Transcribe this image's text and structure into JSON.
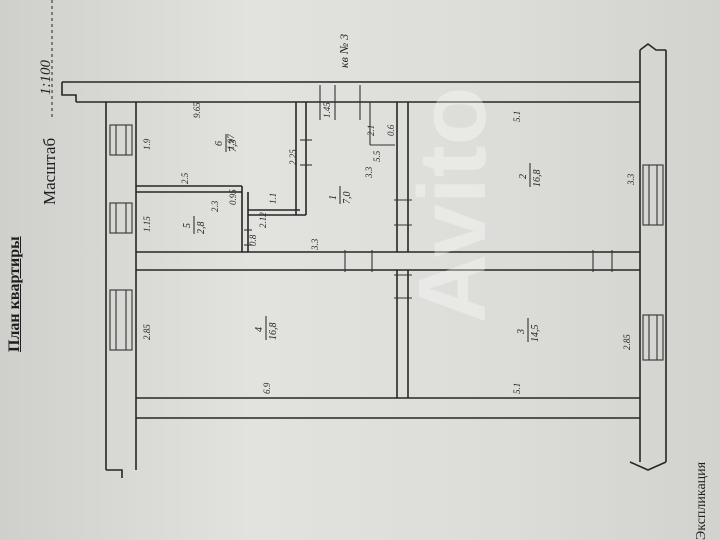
{
  "document": {
    "title": "План квартиры",
    "scale_label": "Масштаб",
    "scale_value": "1:100",
    "apartment_label": "кв № 3",
    "legend_partial": "Экспликация"
  },
  "rooms": [
    {
      "number": "1",
      "area": "7,0"
    },
    {
      "number": "2",
      "area": "16,8"
    },
    {
      "number": "3",
      "area": "14,5"
    },
    {
      "number": "4",
      "area": "16,8"
    },
    {
      "number": "5",
      "area": "2,8"
    },
    {
      "number": "6",
      "area": "7,3"
    }
  ],
  "dimensions": {
    "d_965": "9.65",
    "d_145": "1.45",
    "d_51_top": "5.1",
    "d_19": "1.9",
    "d_197": "1.97",
    "d_225": "2.25",
    "d_33_room1": "3.3",
    "d_21": "2.1",
    "d_55": "5.5",
    "d_06": "0.6",
    "d_25": "2.5",
    "d_095": "0.95",
    "d_11": "1.1",
    "d_115": "1.15",
    "d_212": "2.12",
    "d_23": "2.3",
    "d_08": "0.8",
    "d_33_corridor": "3.3",
    "d_33_right": "3.3",
    "d_285_left": "2.85",
    "d_285_right": "2.85",
    "d_69": "6.9",
    "d_51_bottom": "5.1"
  },
  "watermark": "Avito"
}
